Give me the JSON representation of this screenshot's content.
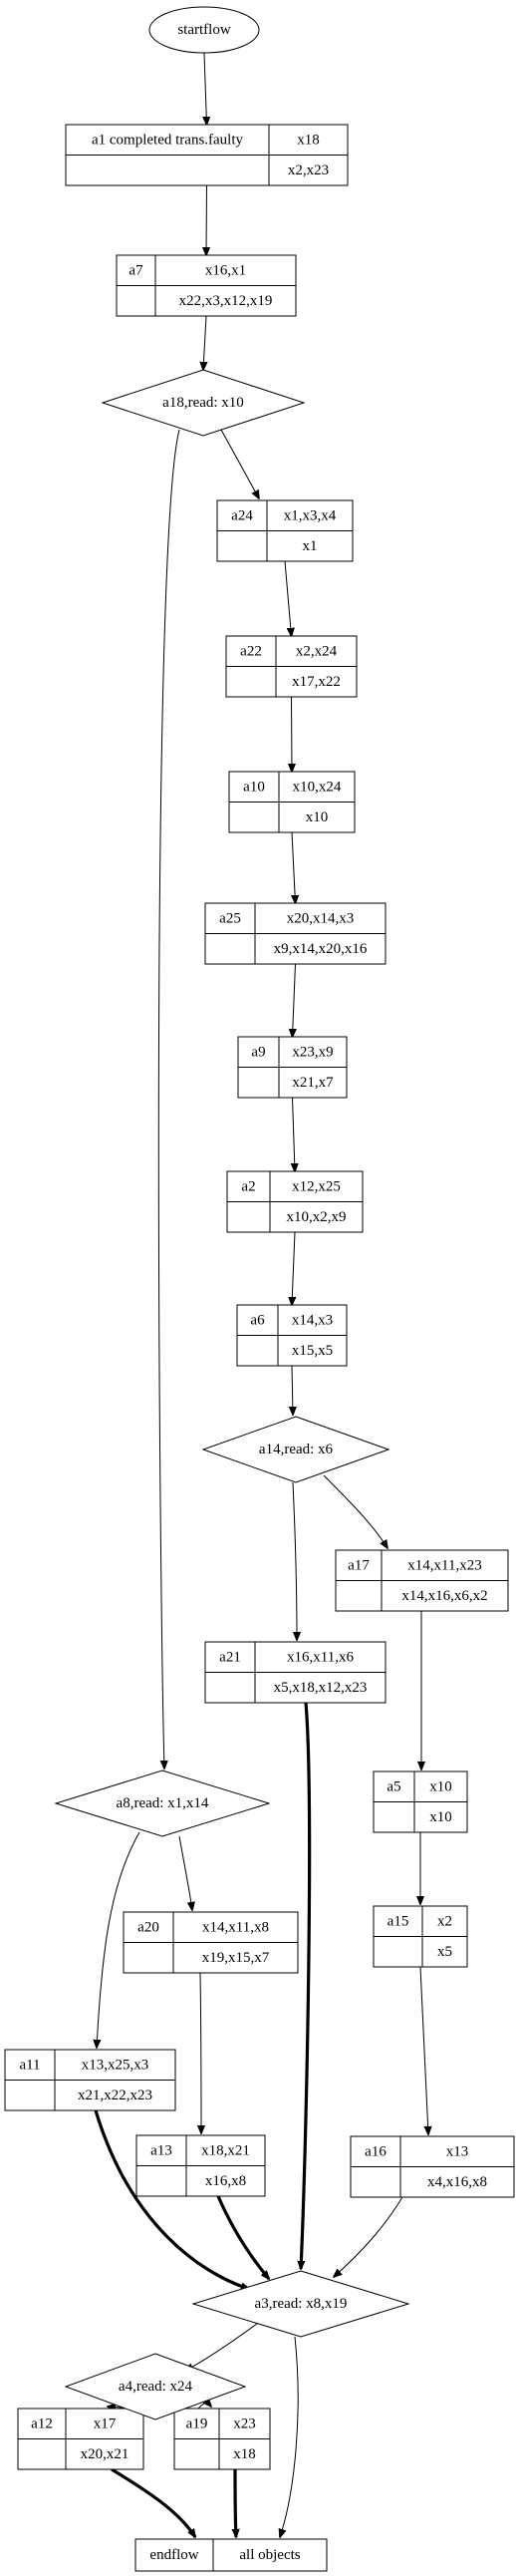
{
  "start": {
    "label": "startflow"
  },
  "tables": [
    {
      "id": "a1",
      "name": "a1  completed trans.faulty",
      "top": "x18",
      "bottom": "x2,x23"
    },
    {
      "id": "a7",
      "name": "a7",
      "top": "x16,x1",
      "bottom": "x22,x3,x12,x19"
    },
    {
      "id": "a24",
      "name": "a24",
      "top": "x1,x3,x4",
      "bottom": "x1"
    },
    {
      "id": "a22",
      "name": "a22",
      "top": "x2,x24",
      "bottom": "x17,x22"
    },
    {
      "id": "a10",
      "name": "a10",
      "top": "x10,x24",
      "bottom": "x10"
    },
    {
      "id": "a25",
      "name": "a25",
      "top": "x20,x14,x3",
      "bottom": "x9,x14,x20,x16"
    },
    {
      "id": "a9",
      "name": "a9",
      "top": "x23,x9",
      "bottom": "x21,x7"
    },
    {
      "id": "a2",
      "name": "a2",
      "top": "x12,x25",
      "bottom": "x10,x2,x9"
    },
    {
      "id": "a6",
      "name": "a6",
      "top": "x14,x3",
      "bottom": "x15,x5"
    },
    {
      "id": "a17",
      "name": "a17",
      "top": "x14,x11,x23",
      "bottom": "x14,x16,x6,x2"
    },
    {
      "id": "a21",
      "name": "a21",
      "top": "x16,x11,x6",
      "bottom": "x5,x18,x12,x23"
    },
    {
      "id": "a5",
      "name": "a5",
      "top": "x10",
      "bottom": "x10"
    },
    {
      "id": "a20",
      "name": "a20",
      "top": "x14,x11,x8",
      "bottom": "x19,x15,x7"
    },
    {
      "id": "a15",
      "name": "a15",
      "top": "x2",
      "bottom": "x5"
    },
    {
      "id": "a11",
      "name": "a11",
      "top": "x13,x25,x3",
      "bottom": "x21,x22,x23"
    },
    {
      "id": "a13",
      "name": "a13",
      "top": "x18,x21",
      "bottom": "x16,x8"
    },
    {
      "id": "a16",
      "name": "a16",
      "top": "x13",
      "bottom": "x4,x16,x8"
    },
    {
      "id": "a12",
      "name": "a12",
      "top": "x17",
      "bottom": "x20,x21"
    },
    {
      "id": "a19",
      "name": "a19",
      "top": "x23",
      "bottom": "x18"
    }
  ],
  "decisions": [
    {
      "id": "a18",
      "label": "a18,read: x10"
    },
    {
      "id": "a14",
      "label": "a14,read: x6"
    },
    {
      "id": "a8",
      "label": "a8,read: x1,x14"
    },
    {
      "id": "a3",
      "label": "a3,read: x8,x19"
    },
    {
      "id": "a4",
      "label": "a4,read: x24"
    }
  ],
  "end": {
    "left": "endflow",
    "right": "all objects"
  },
  "edges": [
    {
      "from": "start",
      "to": "a1",
      "bold": false
    },
    {
      "from": "a1",
      "to": "a7",
      "bold": false
    },
    {
      "from": "a7",
      "to": "a18",
      "bold": false
    },
    {
      "from": "a18",
      "to": "a24",
      "bold": false
    },
    {
      "from": "a18",
      "to": "a8",
      "bold": false
    },
    {
      "from": "a24",
      "to": "a22",
      "bold": false
    },
    {
      "from": "a22",
      "to": "a10",
      "bold": false
    },
    {
      "from": "a10",
      "to": "a25",
      "bold": false
    },
    {
      "from": "a25",
      "to": "a9",
      "bold": false
    },
    {
      "from": "a9",
      "to": "a2",
      "bold": false
    },
    {
      "from": "a2",
      "to": "a6",
      "bold": false
    },
    {
      "from": "a6",
      "to": "a14",
      "bold": false
    },
    {
      "from": "a14",
      "to": "a21",
      "bold": false
    },
    {
      "from": "a14",
      "to": "a17",
      "bold": false
    },
    {
      "from": "a17",
      "to": "a5",
      "bold": false
    },
    {
      "from": "a5",
      "to": "a15",
      "bold": false
    },
    {
      "from": "a15",
      "to": "a16",
      "bold": false
    },
    {
      "from": "a21",
      "to": "a3",
      "bold": true
    },
    {
      "from": "a8",
      "to": "a11",
      "bold": false
    },
    {
      "from": "a8",
      "to": "a20",
      "bold": false
    },
    {
      "from": "a20",
      "to": "a13",
      "bold": false
    },
    {
      "from": "a11",
      "to": "a3",
      "bold": true
    },
    {
      "from": "a13",
      "to": "a3",
      "bold": true
    },
    {
      "from": "a16",
      "to": "a3",
      "bold": false
    },
    {
      "from": "a3",
      "to": "a4",
      "bold": false
    },
    {
      "from": "a3",
      "to": "end",
      "bold": false
    },
    {
      "from": "a4",
      "to": "a12",
      "bold": false
    },
    {
      "from": "a4",
      "to": "a19",
      "bold": false
    },
    {
      "from": "a12",
      "to": "end",
      "bold": true
    },
    {
      "from": "a19",
      "to": "end",
      "bold": true
    }
  ]
}
